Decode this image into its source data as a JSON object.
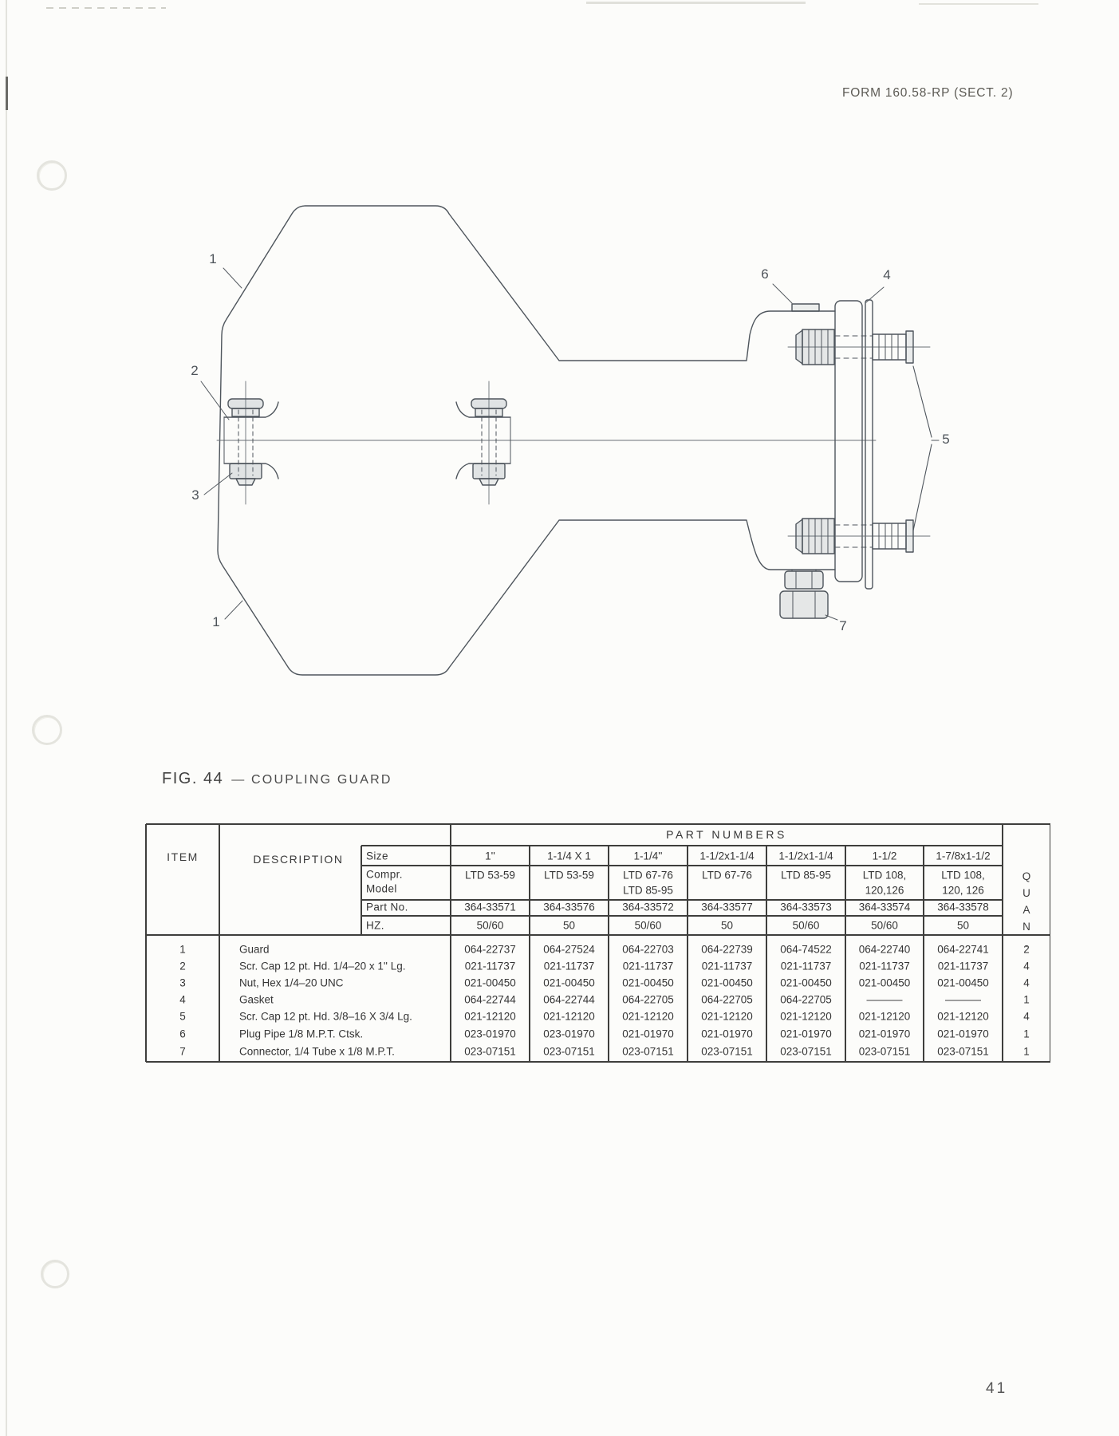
{
  "page": {
    "form_ref": "FORM 160.58-RP (SECT. 2)",
    "page_number": "41"
  },
  "figure": {
    "caption_fig": "FIG. 44",
    "caption_title": "— COUPLING GUARD",
    "callouts": [
      {
        "n": "1"
      },
      {
        "n": "2"
      },
      {
        "n": "3"
      },
      {
        "n": "1"
      },
      {
        "n": "6"
      },
      {
        "n": "4"
      },
      {
        "n": "5"
      },
      {
        "n": "7"
      }
    ]
  },
  "table": {
    "part_numbers_header": "PART NUMBERS",
    "quan_header": "QUAN.",
    "item_header": "ITEM",
    "description_header": "DESCRIPTION",
    "row_labels": {
      "size": "Size",
      "compr1": "Compr.",
      "compr2": "Model",
      "part_no": "Part No.",
      "hz": "HZ."
    },
    "columns": [
      {
        "size": "1''",
        "model": [
          "LTD 53-59"
        ],
        "part_no": "364-33571",
        "hz": "50/60"
      },
      {
        "size": "1-1/4 X 1",
        "model": [
          "LTD 53-59"
        ],
        "part_no": "364-33576",
        "hz": "50"
      },
      {
        "size": "1-1/4''",
        "model": [
          "LTD 67-76",
          "LTD 85-95"
        ],
        "part_no": "364-33572",
        "hz": "50/60"
      },
      {
        "size": "1-1/2x1-1/4",
        "model": [
          "LTD 67-76"
        ],
        "part_no": "364-33577",
        "hz": "50"
      },
      {
        "size": "1-1/2x1-1/4",
        "model": [
          "LTD 85-95"
        ],
        "part_no": "364-33573",
        "hz": "50/60"
      },
      {
        "size": "1-1/2",
        "model": [
          "LTD 108,",
          "120,126"
        ],
        "part_no": "364-33574",
        "hz": "50/60"
      },
      {
        "size": "1-7/8x1-1/2",
        "model": [
          "LTD 108,",
          "120, 126"
        ],
        "part_no": "364-33578",
        "hz": "50"
      }
    ],
    "rows": [
      {
        "item": "1",
        "description": "Guard",
        "values": [
          "064-22737",
          "064-27524",
          "064-22703",
          "064-22739",
          "064-74522",
          "064-22740",
          "064-22741"
        ],
        "quan": "2"
      },
      {
        "item": "2",
        "description": "Scr. Cap 12 pt. Hd. 1/4–20 x 1'' Lg.",
        "values": [
          "021-11737",
          "021-11737",
          "021-11737",
          "021-11737",
          "021-11737",
          "021-11737",
          "021-11737"
        ],
        "quan": "4"
      },
      {
        "item": "3",
        "description": "Nut, Hex 1/4–20 UNC",
        "values": [
          "021-00450",
          "021-00450",
          "021-00450",
          "021-00450",
          "021-00450",
          "021-00450",
          "021-00450"
        ],
        "quan": "4"
      },
      {
        "item": "4",
        "description": "Gasket",
        "values": [
          "064-22744",
          "064-22744",
          "064-22705",
          "064-22705",
          "064-22705",
          "––––––",
          "––––––"
        ],
        "quan": "1"
      },
      {
        "item": "5",
        "description": "Scr. Cap 12 pt. Hd. 3/8–16 X 3/4 Lg.",
        "values": [
          "021-12120",
          "021-12120",
          "021-12120",
          "021-12120",
          "021-12120",
          "021-12120",
          "021-12120"
        ],
        "quan": "4"
      },
      {
        "item": "6",
        "description": "Plug Pipe 1/8 M.P.T. Ctsk.",
        "values": [
          "023-01970",
          "023-01970",
          "021-01970",
          "021-01970",
          "021-01970",
          "021-01970",
          "021-01970"
        ],
        "quan": "1"
      },
      {
        "item": "7",
        "description": "Connector, 1/4 Tube x 1/8 M.P.T.",
        "values": [
          "023-07151",
          "023-07151",
          "023-07151",
          "023-07151",
          "023-07151",
          "023-07151",
          "023-07151"
        ],
        "quan": "1"
      }
    ]
  }
}
